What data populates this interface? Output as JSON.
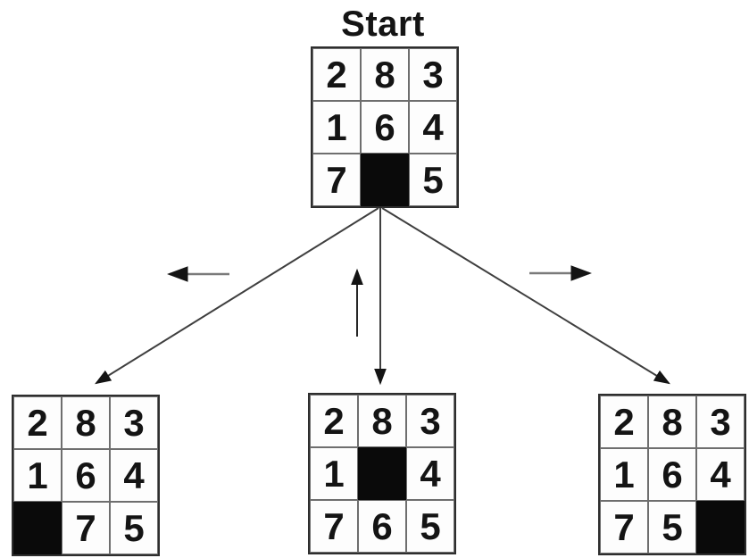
{
  "labels": {
    "start": "Start"
  },
  "grids": {
    "start": {
      "cells": [
        "2",
        "8",
        "3",
        "1",
        "6",
        "4",
        "7",
        "",
        "5"
      ],
      "blank_index": 7
    },
    "left_child": {
      "cells": [
        "2",
        "8",
        "3",
        "1",
        "6",
        "4",
        "",
        "7",
        "5"
      ],
      "blank_index": 6
    },
    "middle_child": {
      "cells": [
        "2",
        "8",
        "3",
        "1",
        "",
        "4",
        "7",
        "6",
        "5"
      ],
      "blank_index": 4
    },
    "right_child": {
      "cells": [
        "2",
        "8",
        "3",
        "1",
        "6",
        "4",
        "7",
        "5",
        ""
      ],
      "blank_index": 8
    }
  },
  "moves": [
    {
      "icon": "left-arrow-icon",
      "direction": "left"
    },
    {
      "icon": "up-arrow-icon",
      "direction": "up"
    },
    {
      "icon": "right-arrow-icon",
      "direction": "right"
    }
  ],
  "colors": {
    "line": "#3f3f3f",
    "move_shaft": "#7a7a7a",
    "tile_text": "#141414",
    "blank_fill": "#0a0a0a",
    "grid_border": "#2e2e2e",
    "inner_line": "#6e6e6e",
    "background": "#ffffff"
  }
}
